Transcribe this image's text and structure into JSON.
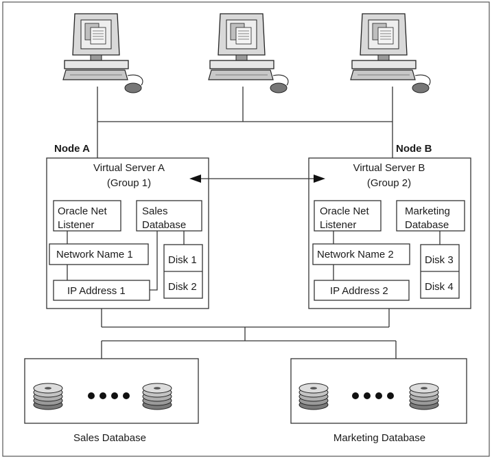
{
  "nodes": {
    "a": {
      "label": "Node A"
    },
    "b": {
      "label": "Node B"
    }
  },
  "virtual_servers": {
    "a": {
      "title": "Virtual Server A",
      "group": "(Group 1)",
      "listener": [
        "Oracle Net",
        "Listener"
      ],
      "database": [
        "Sales",
        "Database"
      ],
      "network_name": "Network Name 1",
      "ip_address": "IP Address 1",
      "disks": [
        "Disk 1",
        "Disk 2"
      ]
    },
    "b": {
      "title": "Virtual Server B",
      "group": "(Group 2)",
      "listener": [
        "Oracle Net",
        "Listener"
      ],
      "database": [
        "Marketing",
        "Database"
      ],
      "network_name": "Network Name 2",
      "ip_address": "IP Address 2",
      "disks": [
        "Disk 3",
        "Disk 4"
      ]
    }
  },
  "storage": {
    "left": {
      "label": "Sales Database"
    },
    "right": {
      "label": "Marketing Database"
    }
  },
  "icons": [
    "client-computer-icon",
    "disk-stack-icon",
    "ellipsis-dots-icon",
    "bidirectional-arrow-icon"
  ]
}
